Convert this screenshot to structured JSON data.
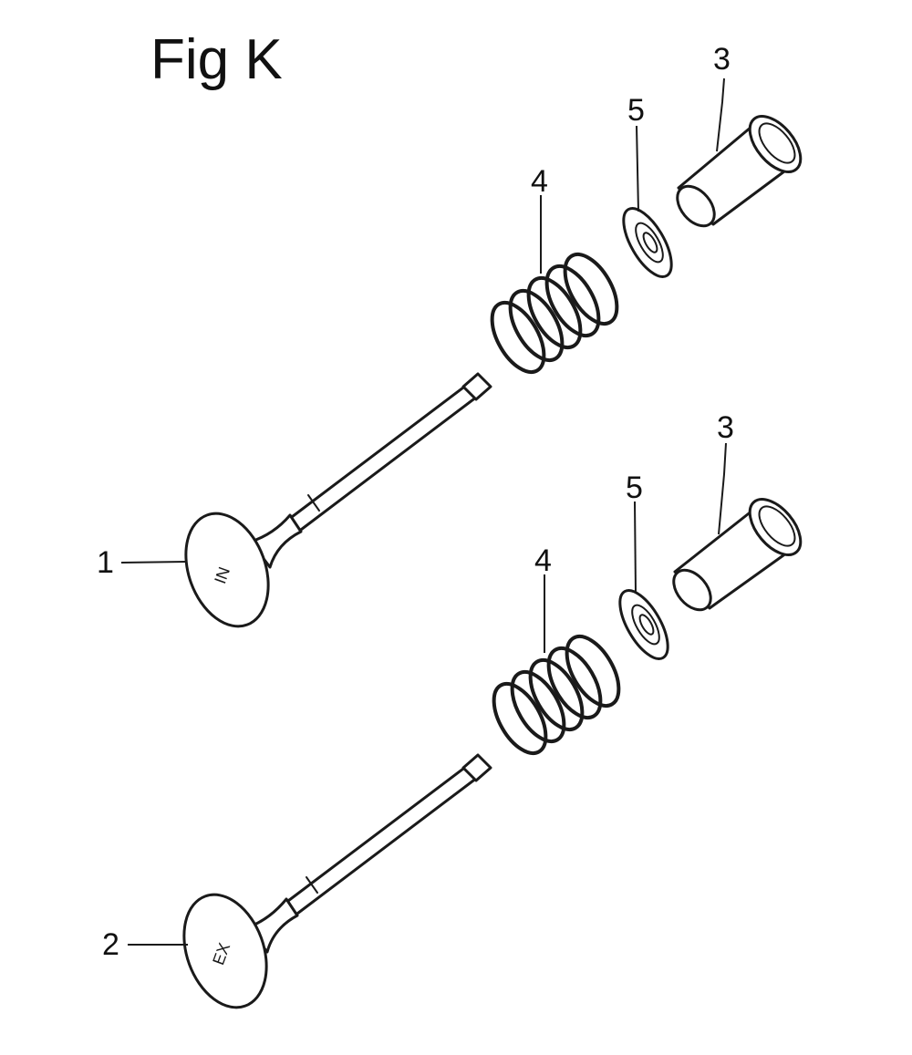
{
  "title": "Fig K",
  "callouts": {
    "valve_intake": "1",
    "valve_exhaust": "2",
    "tappet_upper": "3",
    "tappet_lower": "3",
    "spring_upper": "4",
    "spring_lower": "4",
    "retainer_upper": "5",
    "retainer_lower": "5"
  },
  "valve_marks": {
    "intake": "IN",
    "exhaust": "EX"
  },
  "colors": {
    "ink": "#1a1a1a",
    "background": "#ffffff"
  }
}
